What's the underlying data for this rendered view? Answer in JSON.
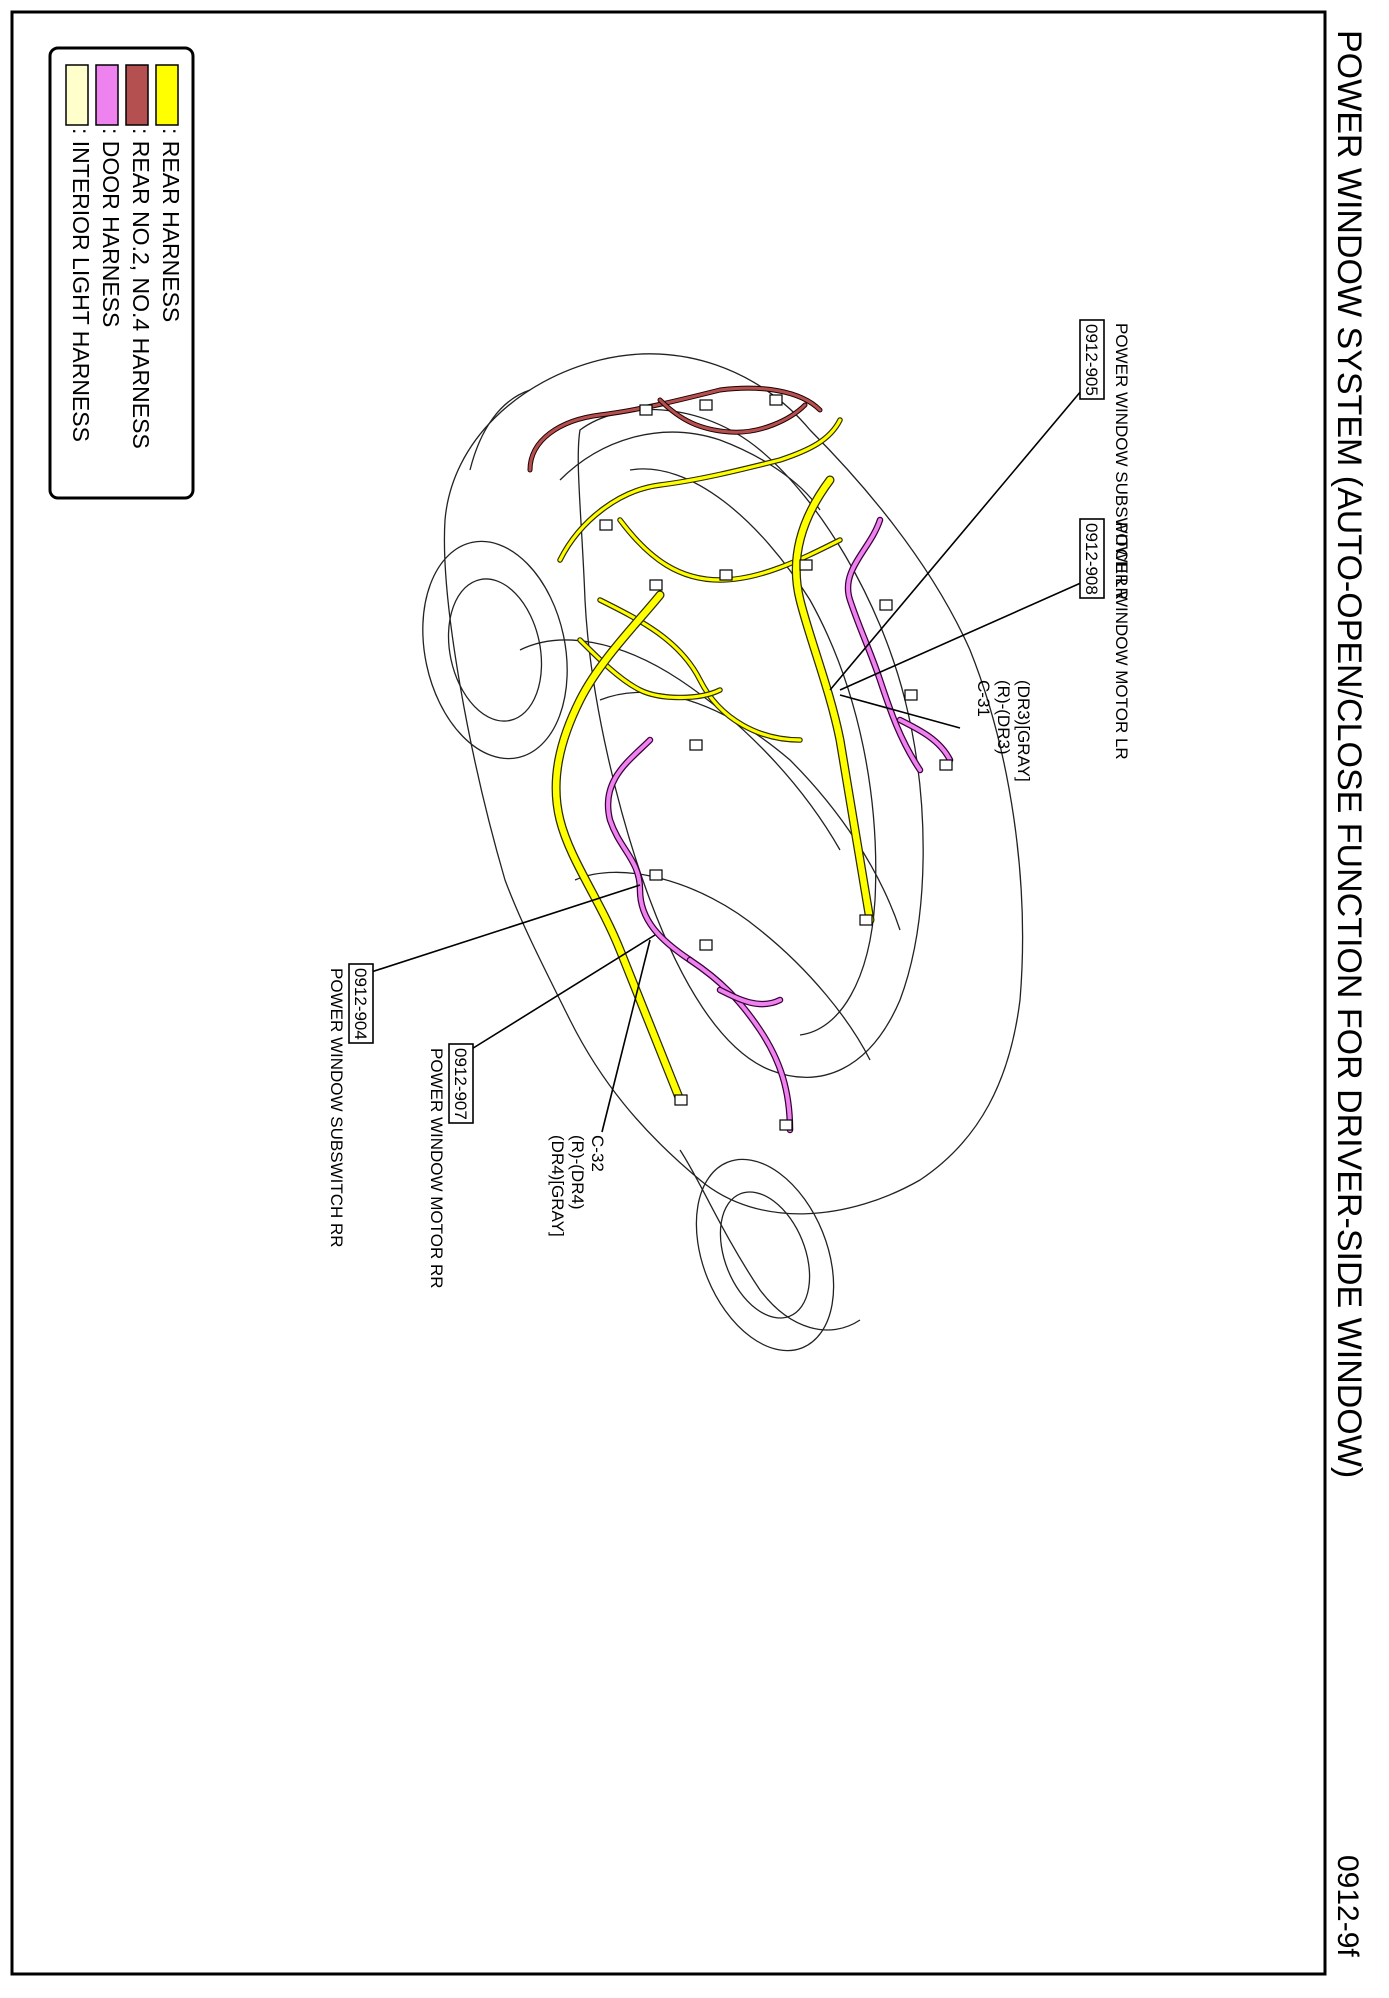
{
  "diagram": {
    "title": "POWER WINDOW SYSTEM (AUTO-OPEN/CLOSE FUNCTION FOR DRIVER-SIDE WINDOW)",
    "page_number": "0912-9f",
    "legend": [
      {
        "label": ": REAR HARNESS",
        "color": "#ffff00"
      },
      {
        "label": ": REAR NO.2, NO.4 HARNESS",
        "color": "#b55050"
      },
      {
        "label": ": DOOR HARNESS",
        "color": "#ee82ee"
      },
      {
        "label": ": INTERIOR LIGHT HARNESS",
        "color": "#ffffcc"
      }
    ],
    "callouts": {
      "subswitch_lr": {
        "code": "0912-905",
        "name": "POWER WINDOW SUBSWITCH LR"
      },
      "motor_lr": {
        "code": "0912-908",
        "name": "POWER WINDOW MOTOR LR"
      },
      "subswitch_rr": {
        "code": "0912-904",
        "name": "POWER WINDOW SUBSWITCH RR"
      },
      "motor_rr": {
        "code": "0912-907",
        "name": "POWER WINDOW MOTOR RR"
      }
    },
    "connectors": {
      "c31": {
        "line1": "(DR3)[GRAY]",
        "line2": "(R)-(DR3)",
        "line3": "C-31"
      },
      "c32": {
        "line1": "C-32",
        "line2": "(R)-(DR4)",
        "line3": "(DR4)[GRAY]"
      }
    }
  }
}
